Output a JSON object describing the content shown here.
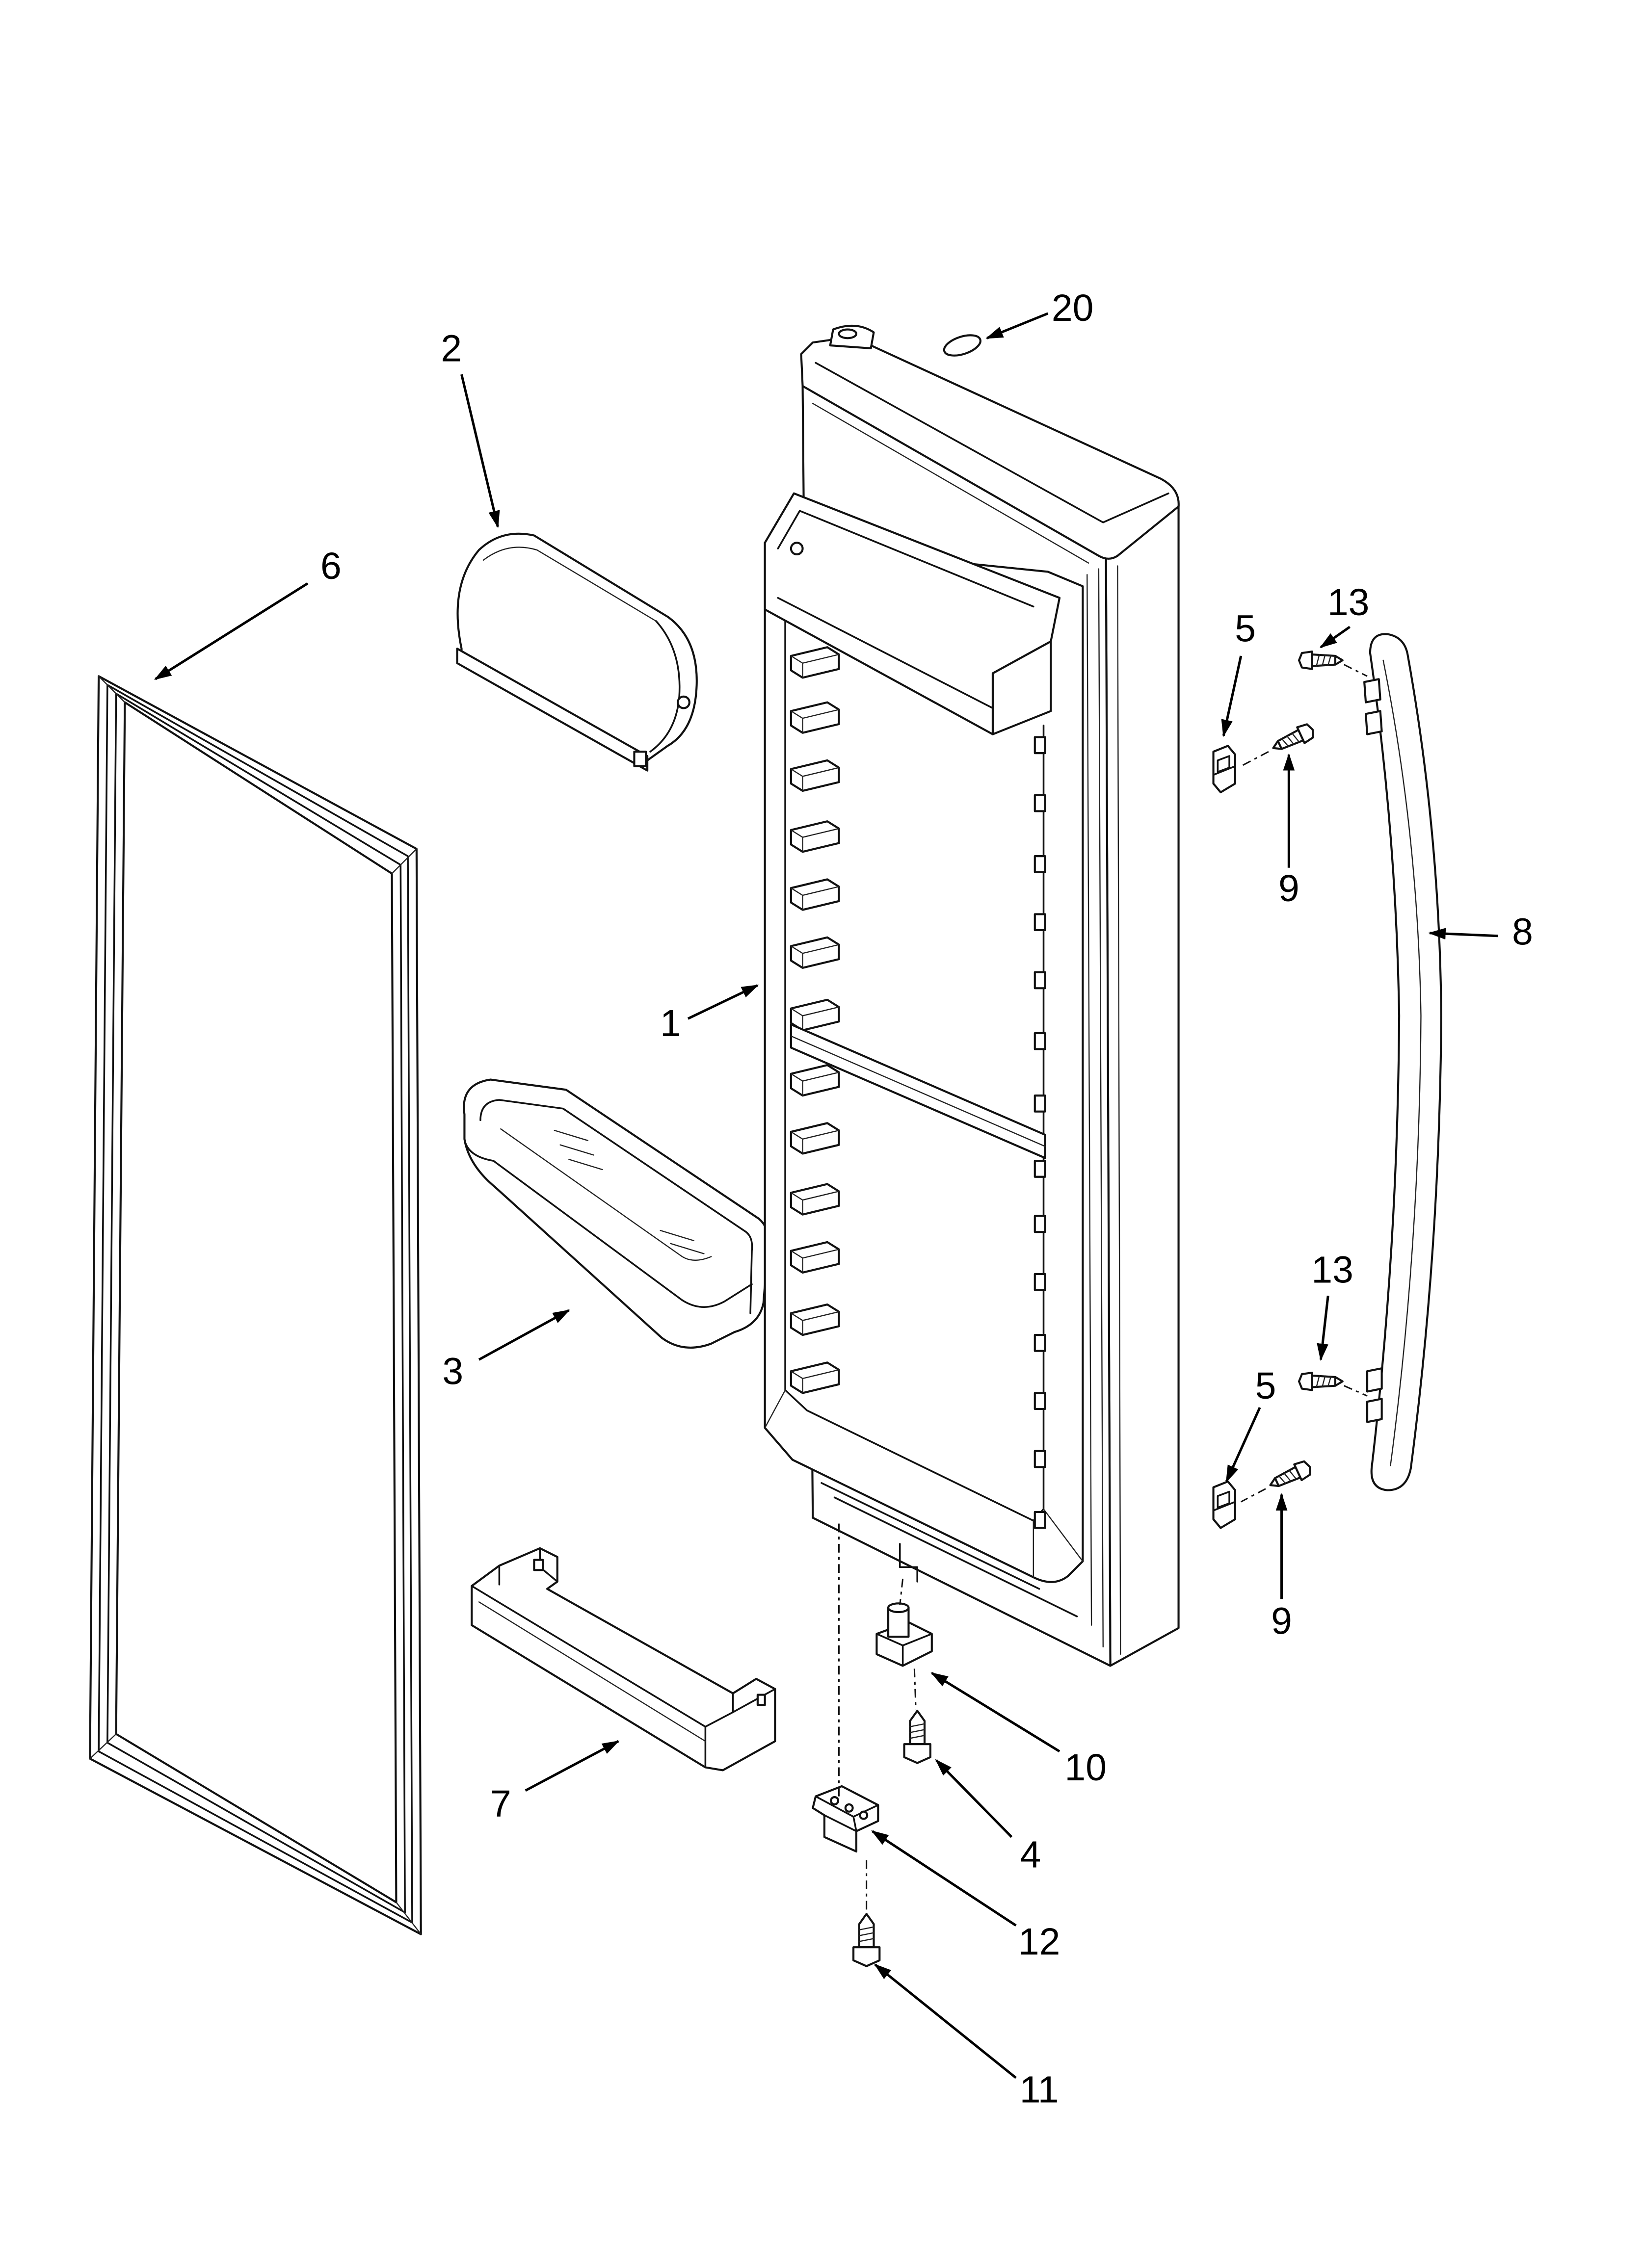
{
  "diagram": {
    "callouts": [
      "20",
      "2",
      "6",
      "1",
      "5",
      "13",
      "9",
      "8",
      "3",
      "13",
      "5",
      "9",
      "10",
      "4",
      "7",
      "12",
      "11"
    ]
  },
  "colors": {
    "line": "#111111",
    "background": "#ffffff"
  }
}
